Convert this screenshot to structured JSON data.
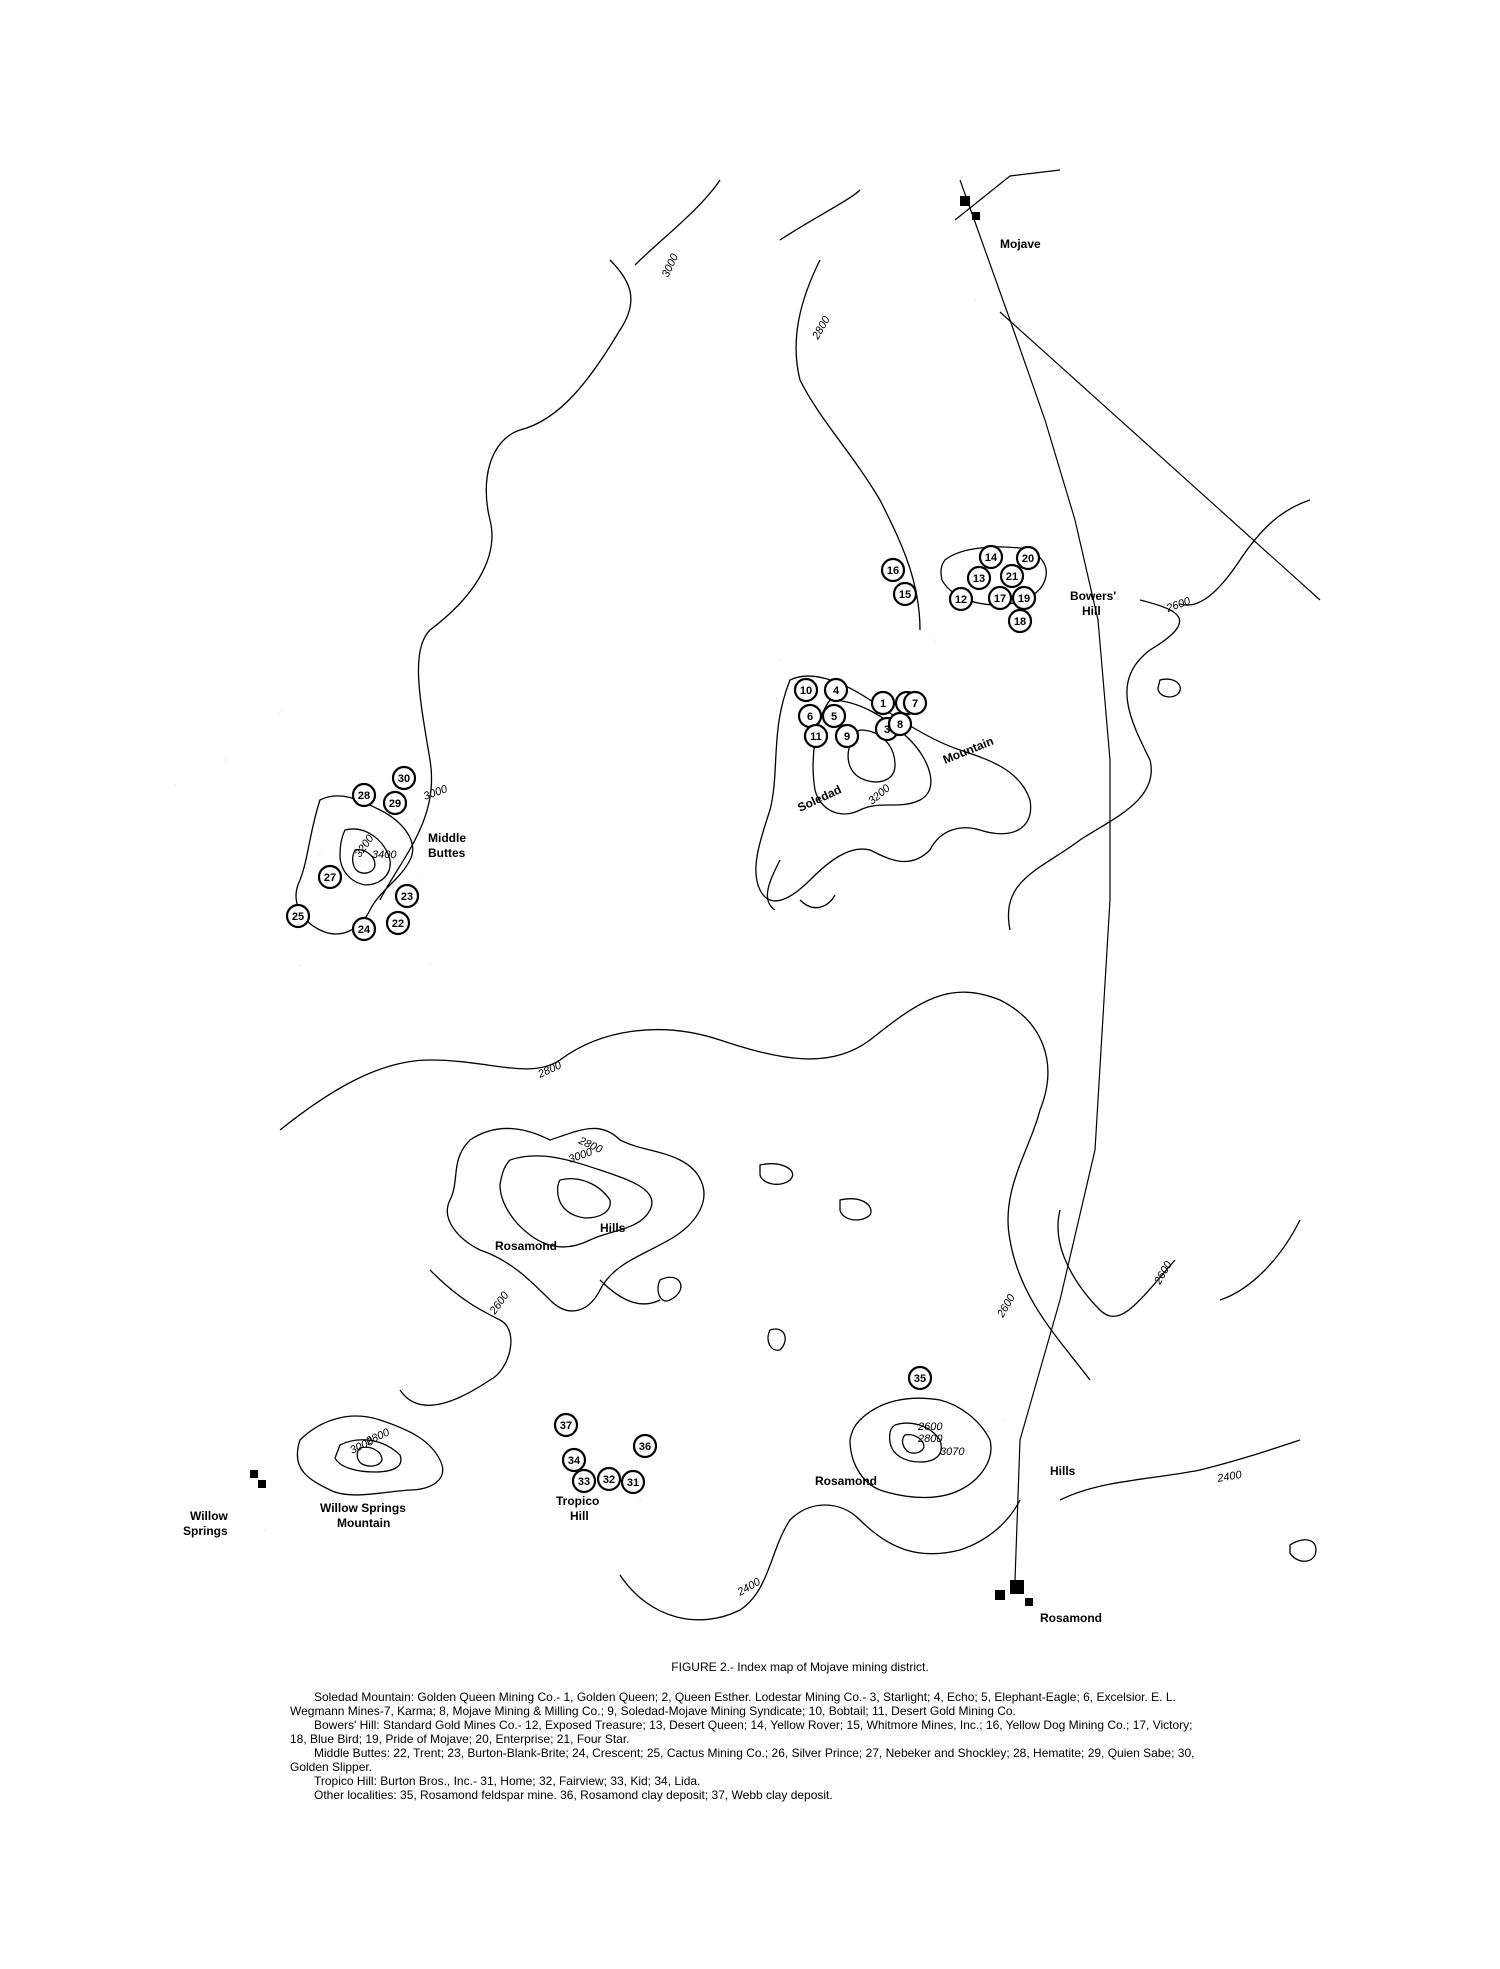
{
  "map": {
    "place_labels": {
      "mojave": "Mojave",
      "bowers_hill_1": "Bowers'",
      "bowers_hill_2": "Hill",
      "soledad": "Soledad",
      "mountain": "Mountain",
      "middle_1": "Middle",
      "middle_2": "Buttes",
      "rosamond_hills_1": "Rosamond",
      "rosamond_hills_2": "Hills",
      "willow_springs_1": "Willow",
      "willow_springs_2": "Springs",
      "ws_mountain_1": "Willow Springs",
      "ws_mountain_2": "Mountain",
      "tropico_1": "Tropico",
      "tropico_2": "Hill",
      "rosamond_e_1": "Rosamond",
      "rosamond_e_2": "Hills",
      "rosamond_town": "Rosamond"
    },
    "elevation_labels": {
      "e3000_nw": "3000",
      "e2800_n": "2800",
      "e2600_e": "2600",
      "e3000_mb": "3000",
      "e3200_mb": "3200",
      "e3400_mb": "3400",
      "e3200_sol": "3200",
      "e2800_c": "2800",
      "e2800_rh": "2800",
      "e3000_rh": "3000",
      "e2600_w": "2600",
      "e2600_c": "2600",
      "e2600_se": "2600",
      "e2400_s": "2400",
      "e2400_se": "2400",
      "e2600_rs": "2600",
      "e2800_rs": "2800",
      "e3000_rs": "3070",
      "e3000_ws": "3000",
      "e2800_ws": "2800"
    },
    "sites": [
      "1",
      "2",
      "3",
      "4",
      "5",
      "6",
      "7",
      "8",
      "9",
      "10",
      "11",
      "12",
      "13",
      "14",
      "15",
      "16",
      "17",
      "18",
      "19",
      "20",
      "21",
      "22",
      "23",
      "24",
      "25",
      "27",
      "28",
      "29",
      "30",
      "31",
      "32",
      "33",
      "34",
      "35",
      "36",
      "37"
    ],
    "colors": {
      "ink": "#000000",
      "paper": "#ffffff"
    }
  },
  "caption": {
    "title": "FIGURE 2.- Index map of Mojave mining district.",
    "paragraphs": [
      "Soledad Mountain: Golden Queen Mining Co.- 1, Golden Queen; 2, Queen Esther. Lodestar Mining Co.- 3, Starlight; 4, Echo; 5, Elephant-Eagle; 6, Excelsior. E. L. Wegmann Mines-7, Karma; 8, Mojave Mining & Milling Co.; 9, Soledad-Mojave Mining Syndicate; 10, Bobtail; 11, Desert Gold Mining Co.",
      "Bowers' Hill: Standard Gold Mines Co.- 12, Exposed Treasure; 13, Desert Queen; 14, Yellow Rover; 15, Whitmore Mines, Inc.; 16, Yellow Dog Mining Co.; 17, Victory; 18, Blue Bird; 19, Pride of Mojave; 20, Enterprise; 21, Four Star.",
      "Middle Buttes: 22, Trent; 23, Burton-Blank-Brite; 24, Crescent; 25, Cactus Mining Co.; 26, Silver Prince; 27, Nebeker and Shockley; 28, Hematite; 29, Quien Sabe; 30, Golden Slipper.",
      "Tropico Hill: Burton Bros., Inc.- 31, Home; 32, Fairview; 33, Kid; 34, Lida.",
      "Other localities: 35, Rosamond feldspar mine. 36, Rosamond clay deposit; 37, Webb clay deposit."
    ]
  }
}
